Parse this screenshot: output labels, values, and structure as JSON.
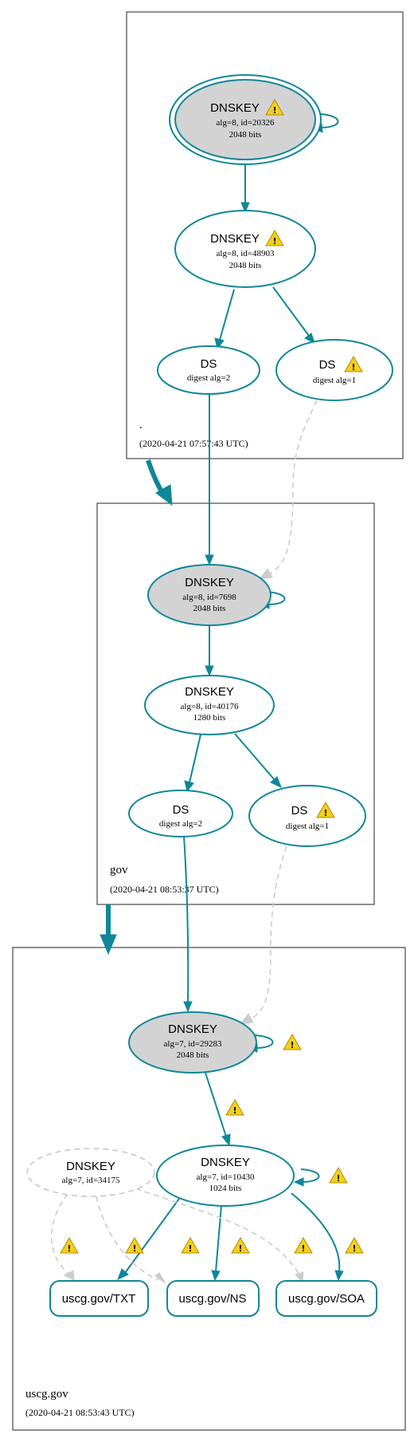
{
  "zones": {
    "root": {
      "name": ".",
      "timestamp": "(2020-04-21 07:57:43 UTC)"
    },
    "gov": {
      "name": "gov",
      "timestamp": "(2020-04-21 08:53:37 UTC)"
    },
    "uscg": {
      "name": "uscg.gov",
      "timestamp": "(2020-04-21 08:53:43 UTC)"
    }
  },
  "nodes": {
    "root_ksk": {
      "title": "DNSKEY",
      "line1": "alg=8, id=20326",
      "line2": "2048 bits"
    },
    "root_zsk": {
      "title": "DNSKEY",
      "line1": "alg=8, id=48903",
      "line2": "2048 bits"
    },
    "root_ds2": {
      "title": "DS",
      "line1": "digest alg=2"
    },
    "root_ds1": {
      "title": "DS",
      "line1": "digest alg=1"
    },
    "gov_ksk": {
      "title": "DNSKEY",
      "line1": "alg=8, id=7698",
      "line2": "2048 bits"
    },
    "gov_zsk": {
      "title": "DNSKEY",
      "line1": "alg=8, id=40176",
      "line2": "1280 bits"
    },
    "gov_ds2": {
      "title": "DS",
      "line1": "digest alg=2"
    },
    "gov_ds1": {
      "title": "DS",
      "line1": "digest alg=1"
    },
    "uscg_ksk": {
      "title": "DNSKEY",
      "line1": "alg=7, id=29283",
      "line2": "2048 bits"
    },
    "uscg_zsk": {
      "title": "DNSKEY",
      "line1": "alg=7, id=10430",
      "line2": "1024 bits"
    },
    "uscg_ghost": {
      "title": "DNSKEY",
      "line1": "alg=7, id=34175"
    }
  },
  "records": {
    "txt": "uscg.gov/TXT",
    "ns": "uscg.gov/NS",
    "soa": "uscg.gov/SOA"
  },
  "colors": {
    "edge": "#0f8799",
    "dashed": "#cccccc",
    "key_fill": "#d3d3d3",
    "warning": "#f2d01c"
  },
  "icons": {
    "warning": "warning-icon"
  }
}
